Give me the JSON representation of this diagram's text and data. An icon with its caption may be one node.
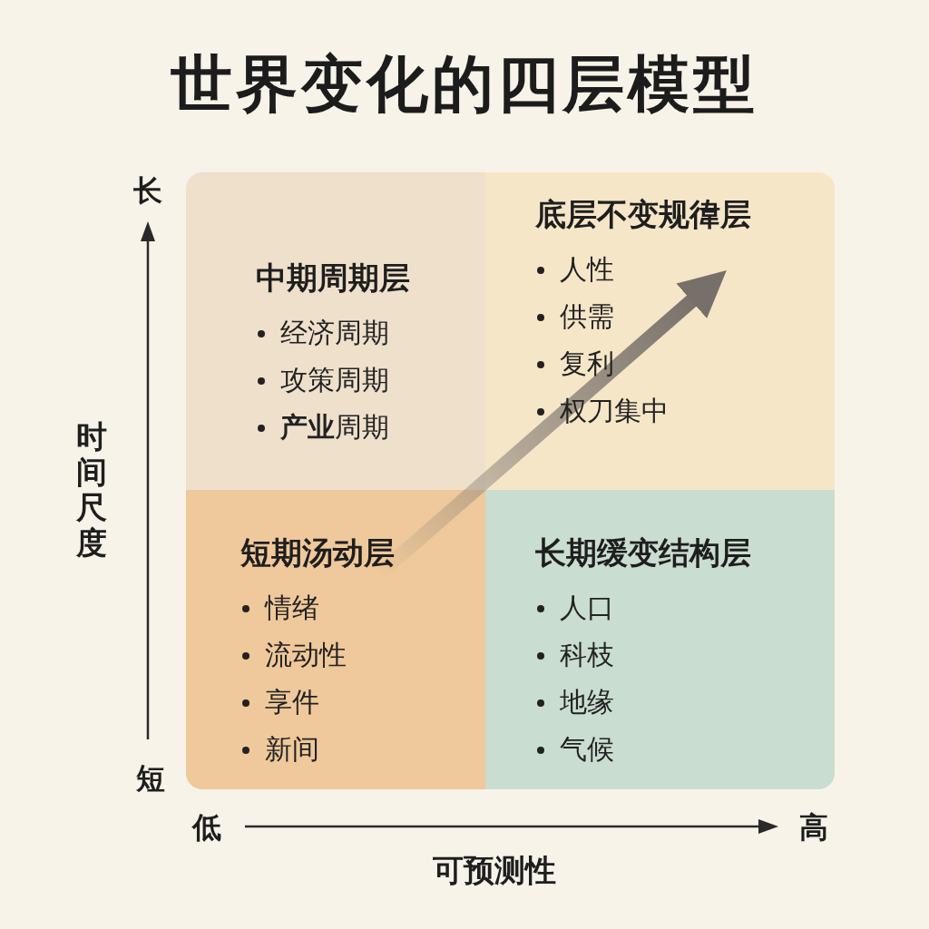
{
  "diagram": {
    "title": "世界变化的四层模型",
    "nodes": [
      {
        "text": [
          "中期周期层",
          "经济周期",
          "攻策周期",
          "**产业**周期"
        ]
      },
      {
        "text": [
          "底层不变规徫层",
          "人性",
          "供需",
          "复利",
          "权刀集中"
        ]
      },
      {
        "text": [
          "短期汤动层",
          "情绪",
          "流动性",
          "享件",
          "新间"
        ]
      },
      {
        "text": [
          "长期缓变结构层",
          "人口",
          "科枝",
          "地缘",
          "气候"
        ]
      }
    ],
    "edges": [
      {
        "from": 2,
        "to": 1,
        "arrow": "to"
      }
    ],
    "labels": [
      "长",
      "短",
      "时间尺度",
      "低",
      "高",
      "可预测性"
    ]
  }
}
